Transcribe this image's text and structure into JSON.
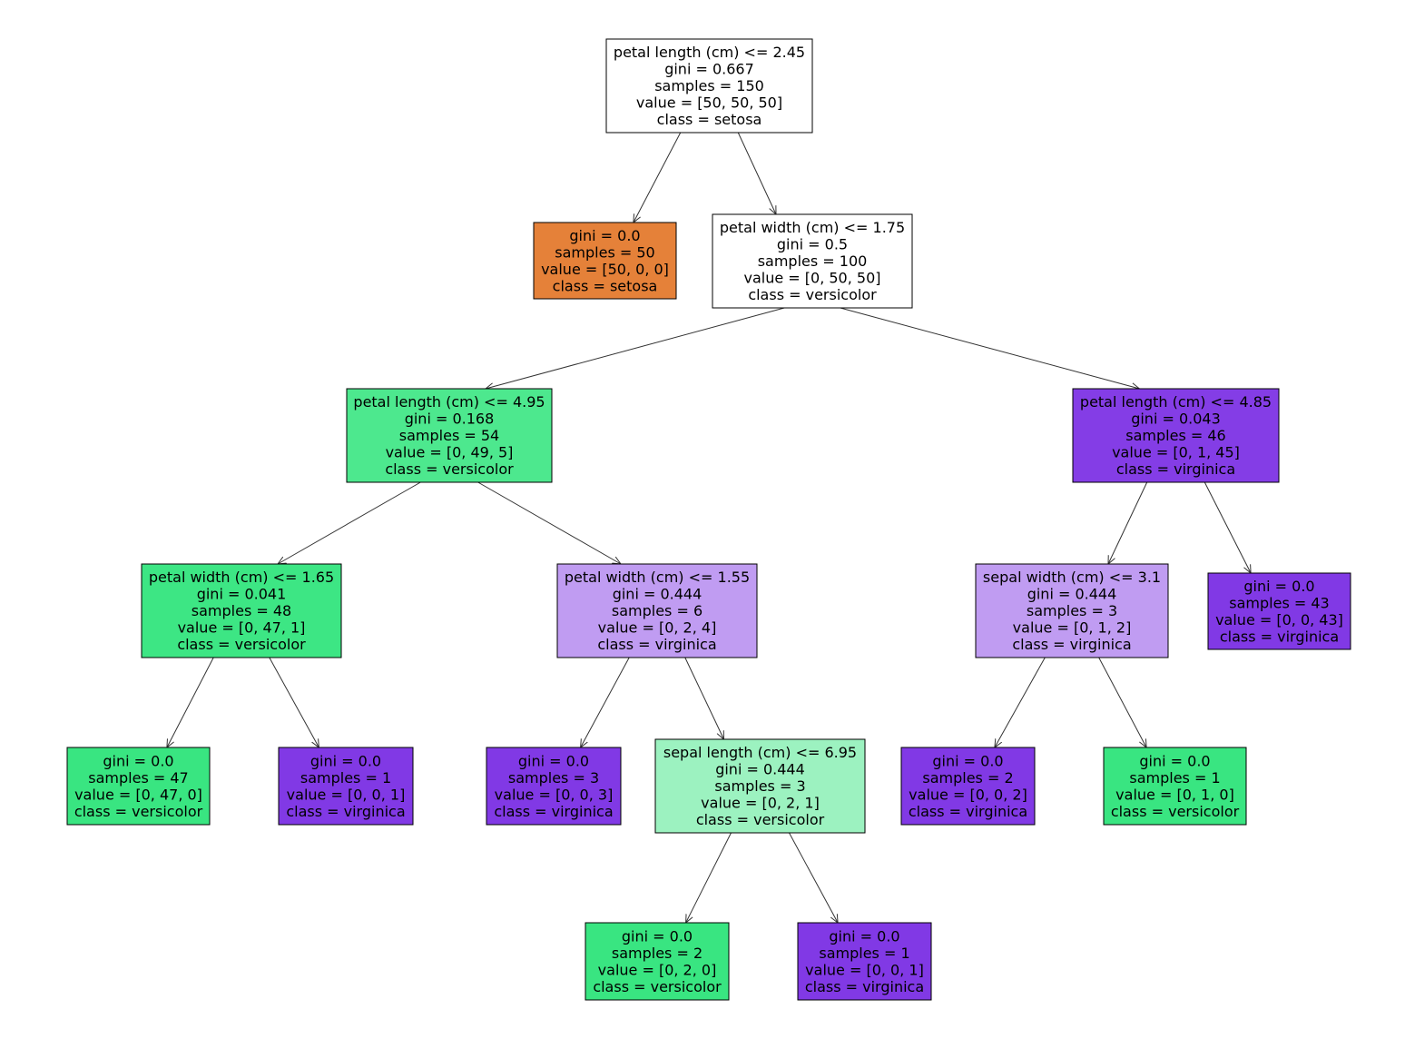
{
  "colors": {
    "setosa_pure": "#e58139",
    "versicolor_pure": "#39e581",
    "virginica_pure": "#8139e5",
    "edge": "#333333",
    "border": "#000000"
  },
  "tree": {
    "nodes": [
      {
        "id": "n0",
        "lines": [
          "petal length (cm) <= 2.45",
          "gini = 0.667",
          "samples = 150",
          "value = [50, 50, 50]",
          "class = setosa"
        ],
        "fill": "#ffffff",
        "interactable": true
      },
      {
        "id": "n1",
        "lines": [
          "gini = 0.0",
          "samples = 50",
          "value = [50, 0, 0]",
          "class = setosa"
        ],
        "fill": "#e58139",
        "interactable": false
      },
      {
        "id": "n2",
        "lines": [
          "petal width (cm) <= 1.75",
          "gini = 0.5",
          "samples = 100",
          "value = [0, 50, 50]",
          "class = versicolor"
        ],
        "fill": "#ffffff",
        "interactable": true
      },
      {
        "id": "n3",
        "lines": [
          "petal length (cm) <= 4.95",
          "gini = 0.168",
          "samples = 54",
          "value = [0, 49, 5]",
          "class = versicolor"
        ],
        "fill": "#4de88e",
        "interactable": true
      },
      {
        "id": "n4",
        "lines": [
          "petal width (cm) <= 1.65",
          "gini = 0.041",
          "samples = 48",
          "value = [0, 47, 1]",
          "class = versicolor"
        ],
        "fill": "#3de684",
        "interactable": true
      },
      {
        "id": "n5",
        "lines": [
          "gini = 0.0",
          "samples = 47",
          "value = [0, 47, 0]",
          "class = versicolor"
        ],
        "fill": "#39e581",
        "interactable": false
      },
      {
        "id": "n6",
        "lines": [
          "gini = 0.0",
          "samples = 1",
          "value = [0, 0, 1]",
          "class = virginica"
        ],
        "fill": "#8139e5",
        "interactable": false
      },
      {
        "id": "n7",
        "lines": [
          "petal width (cm) <= 1.55",
          "gini = 0.444",
          "samples = 6",
          "value = [0, 2, 4]",
          "class = virginica"
        ],
        "fill": "#c09cf2",
        "interactable": true
      },
      {
        "id": "n8",
        "lines": [
          "gini = 0.0",
          "samples = 3",
          "value = [0, 0, 3]",
          "class = virginica"
        ],
        "fill": "#8139e5",
        "interactable": false
      },
      {
        "id": "n9",
        "lines": [
          "sepal length (cm) <= 6.95",
          "gini = 0.444",
          "samples = 3",
          "value = [0, 2, 1]",
          "class = versicolor"
        ],
        "fill": "#9cf2c0",
        "interactable": true
      },
      {
        "id": "n10",
        "lines": [
          "gini = 0.0",
          "samples = 2",
          "value = [0, 2, 0]",
          "class = versicolor"
        ],
        "fill": "#39e581",
        "interactable": false
      },
      {
        "id": "n11",
        "lines": [
          "gini = 0.0",
          "samples = 1",
          "value = [0, 0, 1]",
          "class = virginica"
        ],
        "fill": "#8139e5",
        "interactable": false
      },
      {
        "id": "n12",
        "lines": [
          "petal length (cm) <= 4.85",
          "gini = 0.043",
          "samples = 46",
          "value = [0, 1, 45]",
          "class = virginica"
        ],
        "fill": "#843de6",
        "interactable": true
      },
      {
        "id": "n13",
        "lines": [
          "sepal width (cm) <= 3.1",
          "gini = 0.444",
          "samples = 3",
          "value = [0, 1, 2]",
          "class = virginica"
        ],
        "fill": "#c09cf2",
        "interactable": true
      },
      {
        "id": "n14",
        "lines": [
          "gini = 0.0",
          "samples = 2",
          "value = [0, 0, 2]",
          "class = virginica"
        ],
        "fill": "#8139e5",
        "interactable": false
      },
      {
        "id": "n15",
        "lines": [
          "gini = 0.0",
          "samples = 1",
          "value = [0, 1, 0]",
          "class = versicolor"
        ],
        "fill": "#39e581",
        "interactable": false
      },
      {
        "id": "n16",
        "lines": [
          "gini = 0.0",
          "samples = 43",
          "value = [0, 0, 43]",
          "class = virginica"
        ],
        "fill": "#8139e5",
        "interactable": false
      }
    ],
    "edges": [
      [
        "n0",
        "n1"
      ],
      [
        "n0",
        "n2"
      ],
      [
        "n2",
        "n3"
      ],
      [
        "n2",
        "n12"
      ],
      [
        "n3",
        "n4"
      ],
      [
        "n3",
        "n7"
      ],
      [
        "n4",
        "n5"
      ],
      [
        "n4",
        "n6"
      ],
      [
        "n7",
        "n8"
      ],
      [
        "n7",
        "n9"
      ],
      [
        "n9",
        "n10"
      ],
      [
        "n9",
        "n11"
      ],
      [
        "n12",
        "n13"
      ],
      [
        "n12",
        "n16"
      ],
      [
        "n13",
        "n14"
      ],
      [
        "n13",
        "n15"
      ]
    ]
  }
}
